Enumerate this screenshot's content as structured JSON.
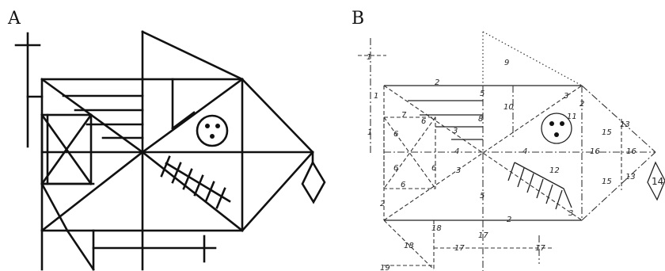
{
  "panels": {
    "a": {
      "letter": "A"
    },
    "b": {
      "letter": "B"
    }
  },
  "labels": {
    "n1": "1",
    "n2": "2",
    "n3": "3",
    "n4": "4",
    "n5": "5",
    "n6": "6",
    "n7": "7",
    "n8": "8",
    "n9": "9",
    "n10": "10",
    "n11": "11",
    "n12": "12",
    "n13": "13",
    "n14": "14",
    "n15": "15",
    "n16": "16",
    "n17": "17",
    "n18": "18",
    "n19": "19"
  }
}
